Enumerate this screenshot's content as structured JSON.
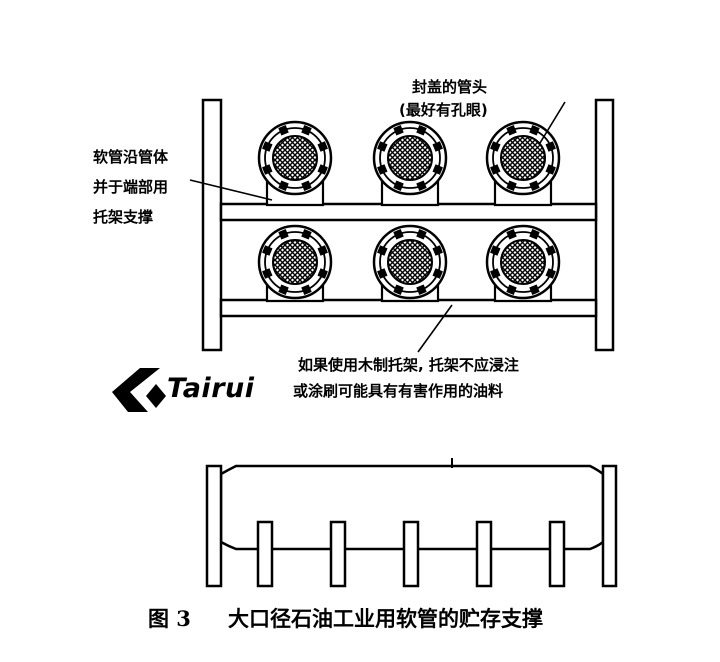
{
  "labels": {
    "cap_top": "封盖的管头",
    "cap_note": "(最好有孔眼)",
    "left_1": "软管沿管体",
    "left_2": "并于端部用",
    "left_3": "托架支撑",
    "bottom_1": "如果使用木制托架, 托架不应浸注",
    "bottom_2": "或涂刷可能具有有害作用的油料"
  },
  "logo": {
    "text": "Tairui"
  },
  "caption": {
    "figure_no": "图 3",
    "title": "大口径石油工业用软管的贮存支撑"
  }
}
